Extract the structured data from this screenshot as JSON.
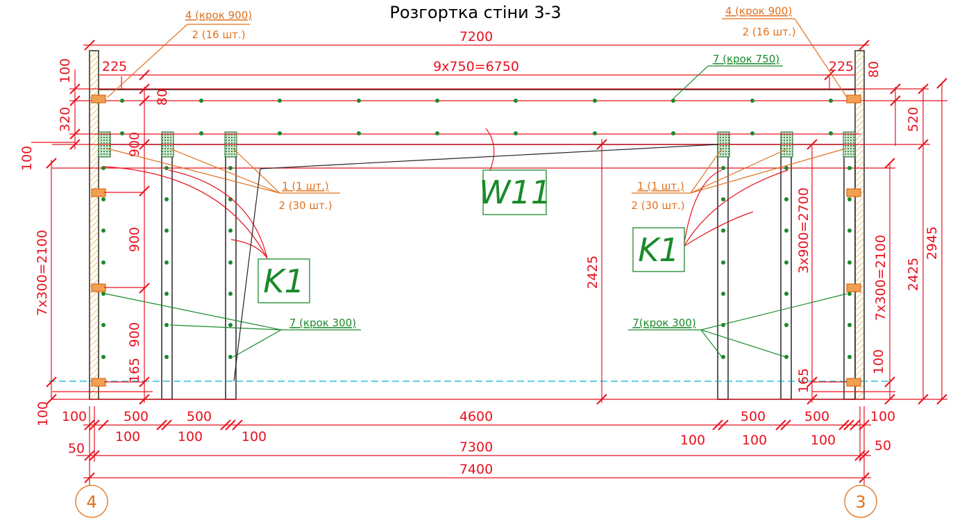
{
  "title": "Розгортка стіни 3-3",
  "colors": {
    "dim": "#e8101d",
    "anchor": "#e0701c",
    "bar": "#1a8a2a",
    "outline": "#222222",
    "axis": "#00b5c8",
    "hatch": "#d4a017"
  },
  "callouts": {
    "top_left_a": "4 (крок 900)",
    "top_left_b": "2 (16 шт.)",
    "top_right_a": "4 (крок 900)",
    "top_right_b": "2 (16 шт.)",
    "top_bar": "7 (крок 750)",
    "mid_left_a": "1 (1 шт.)",
    "mid_left_b": "2 (30 шт.)",
    "mid_right_a": "1 (1 шт.)",
    "mid_right_b": "2 (30 шт.)",
    "bars_left": "7 (крок 300)",
    "bars_right": "7(крок 300)"
  },
  "marks": {
    "wall": "W11",
    "col_left": "K1",
    "col_right": "K1"
  },
  "axes": {
    "left": "4",
    "right": "3"
  },
  "dims": {
    "d7200": "7200",
    "d6750": "9x750=6750",
    "d225l": "225",
    "d225r": "225",
    "d100tl": "100",
    "d80l": "80",
    "d80r": "80",
    "d320": "320",
    "d900a": "900",
    "d100l": "100",
    "d2100l": "7x300=2100",
    "d900b": "900",
    "d900c": "900",
    "d165l": "165",
    "d100bl": "100",
    "d2425m": "2425",
    "d2700": "3x900=2700",
    "d2100r": "7x300=2100",
    "d2425r": "2425",
    "d2945": "2945",
    "d520": "520",
    "d165r": "165",
    "d100r": "100",
    "b100a": "100",
    "b500a": "500",
    "b500b": "500",
    "b4600": "4600",
    "b500c": "500",
    "b500d": "500",
    "b100b": "100",
    "s100a": "100",
    "s100b": "100",
    "s100c": "100",
    "s100d": "100",
    "s100e": "100",
    "s100f": "100",
    "d50l": "50",
    "d7300": "7300",
    "d50r": "50",
    "d7400": "7400"
  }
}
